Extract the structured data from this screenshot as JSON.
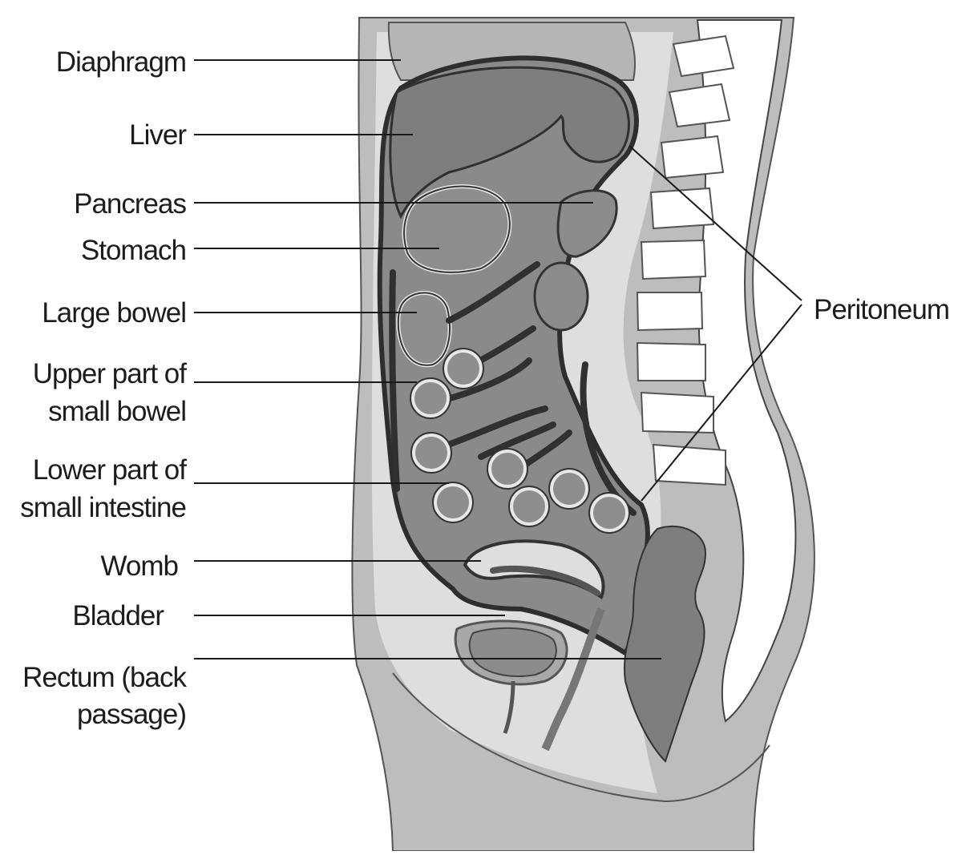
{
  "labels": {
    "diaphragm": "Diaphragm",
    "liver": "Liver",
    "pancreas": "Pancreas",
    "stomach": "Stomach",
    "large_bowel": "Large bowel",
    "upper_small_bowel_1": "Upper part of",
    "upper_small_bowel_2": "small bowel",
    "lower_small_intestine_1": "Lower part of",
    "lower_small_intestine_2": "small intestine",
    "womb": "Womb",
    "bladder": "Bladder",
    "rectum_1": "Rectum (back",
    "rectum_2": "passage)",
    "peritoneum": "Peritoneum"
  },
  "colors": {
    "background": "#ffffff",
    "body_outer": "#b8b8b8",
    "body_inner": "#dcdcdc",
    "organ_dark": "#7a7a7a",
    "organ_outline": "#3a3a3a",
    "organ_light": "#9c9c9c",
    "spine": "#ffffff",
    "leader_line": "#1a1a1a"
  }
}
